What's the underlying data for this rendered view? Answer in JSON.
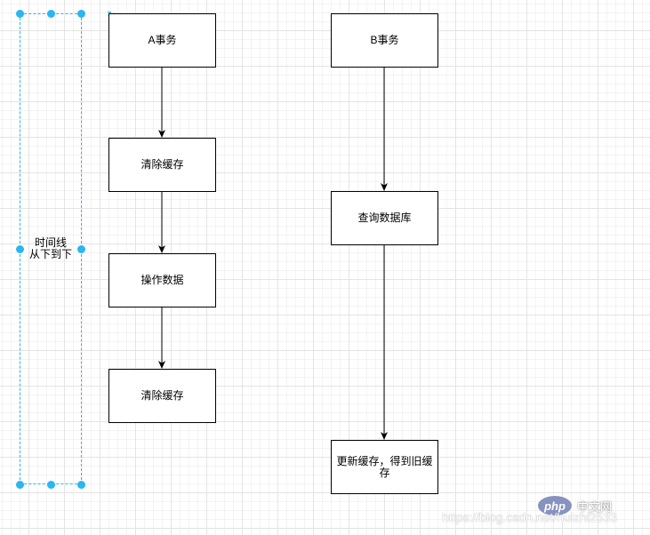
{
  "diagram": {
    "timeline": {
      "label": "时间线\n从下到下"
    },
    "transaction_a": {
      "title": "A事务",
      "steps": [
        "清除缓存",
        "操作数据",
        "清除缓存"
      ]
    },
    "transaction_b": {
      "title": "B事务",
      "steps": [
        "查询数据库",
        "更新缓存，得到旧缓存"
      ]
    }
  },
  "watermark": {
    "logo_text": "php",
    "site_text": "中文网",
    "url": "https://blog.csdn.net/huizhi2533"
  },
  "colors": {
    "selection": "#29b6f2",
    "stroke": "#000000",
    "grid": "#e4e4e4",
    "php_logo": "#8892bf"
  }
}
